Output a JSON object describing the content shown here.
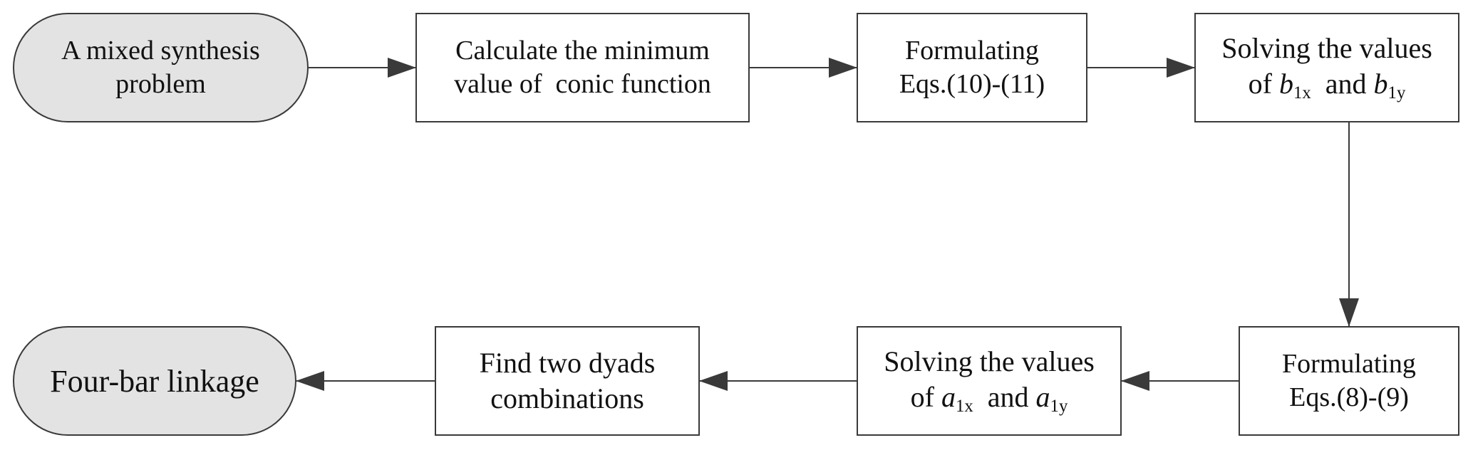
{
  "diagram": {
    "nodes": {
      "start": {
        "lines": [
          "A mixed synthesis",
          "problem"
        ]
      },
      "calc": {
        "lines": [
          "Calculate the minimum",
          "value of  conic function"
        ]
      },
      "form1011": {
        "lines": [
          "Formulating",
          "Eqs.(10)-(11)"
        ]
      },
      "solve_b": {
        "line1": "Solving the values",
        "of": "of",
        "b_var": "b",
        "b1x_sub": "1x",
        "and": "and",
        "b1y_sub": "1y"
      },
      "form89": {
        "lines": [
          "Formulating",
          "Eqs.(8)-(9)"
        ]
      },
      "solve_a": {
        "line1": "Solving the values",
        "of": "of",
        "a_var": "a",
        "a1x_sub": "1x",
        "and": "and",
        "a1y_sub": "1y"
      },
      "dyads": {
        "lines": [
          "Find two dyads",
          "combinations"
        ]
      },
      "end": {
        "lines": [
          "Four-bar linkage"
        ]
      }
    },
    "colors": {
      "terminal_fill": "#e3e3e3",
      "box_fill": "#ffffff",
      "stroke": "#3a3a3a"
    }
  }
}
